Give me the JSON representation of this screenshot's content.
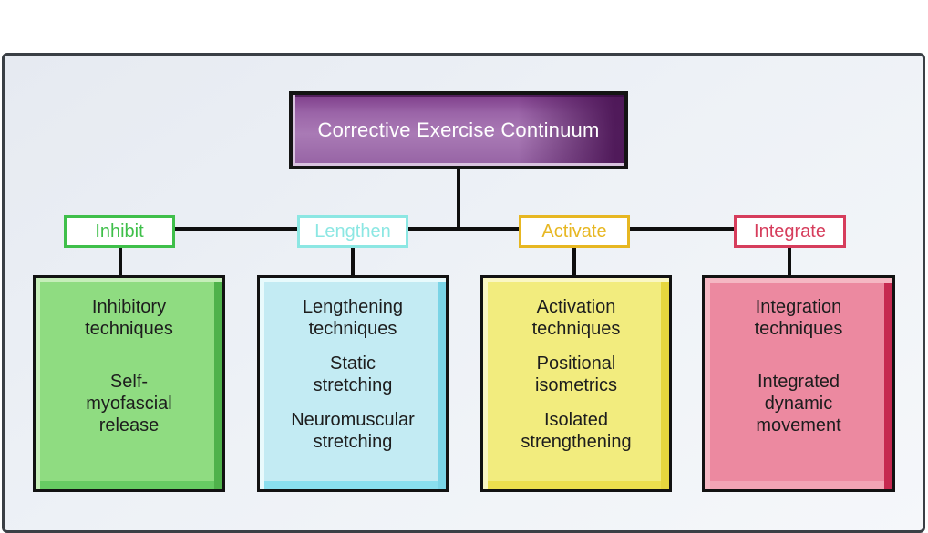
{
  "diagram": {
    "title": "Corrective Exercise Continuum",
    "colors": {
      "title_fill": "#9b65a8",
      "title_dark_edge": "#5b2065",
      "title_text": "#ffffff",
      "frame_border": "#3a3f45",
      "canvas_background": "#edf1f6",
      "connector": "#0e0e0e"
    },
    "branches": [
      {
        "label": "Inhibit",
        "accent": "#3fbf4a",
        "box_fill": "#8fdc81",
        "box_lines": [
          [
            "Inhibitory",
            "techniques"
          ],
          [
            "Self-",
            "myofascial",
            "release"
          ]
        ]
      },
      {
        "label": "Lengthen",
        "accent": "#8ce7e3",
        "box_fill": "#c3ebf3",
        "box_lines": [
          [
            "Lengthening",
            "techniques"
          ],
          [
            "Static",
            "stretching"
          ],
          [
            "Neuromuscular",
            "stretching"
          ]
        ]
      },
      {
        "label": "Activate",
        "accent": "#e7b722",
        "box_fill": "#f2ec7e",
        "box_lines": [
          [
            "Activation",
            "techniques"
          ],
          [
            "Positional",
            "isometrics"
          ],
          [
            "Isolated",
            "strengthening"
          ]
        ]
      },
      {
        "label": "Integrate",
        "accent": "#d63d5c",
        "box_fill": "#ec89a0",
        "box_lines": [
          [
            "Integration",
            "techniques"
          ],
          [
            "Integrated",
            "dynamic",
            "movement"
          ]
        ]
      }
    ]
  }
}
